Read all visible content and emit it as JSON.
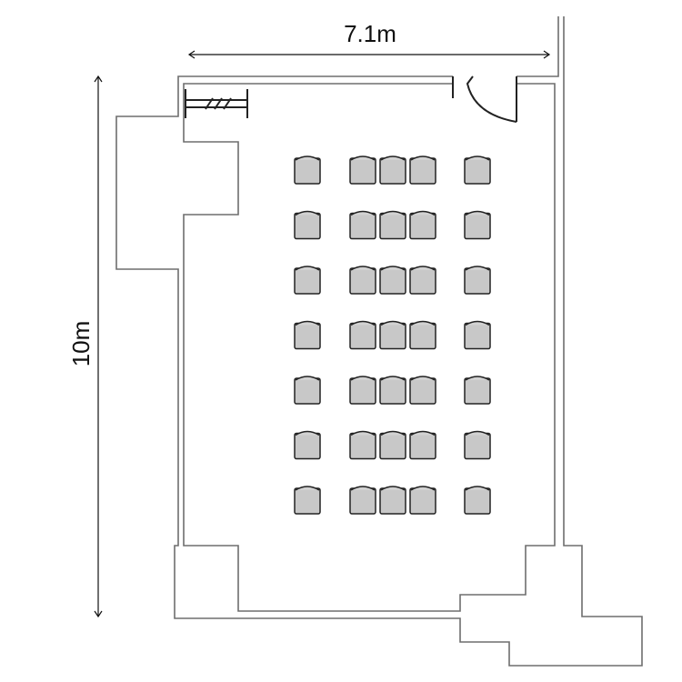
{
  "dimensions": {
    "width_label": "7.1m",
    "height_label": "10m"
  },
  "seating": {
    "rows": 7,
    "seats_per_row": 5
  },
  "colors": {
    "wall": "#6e6e6e",
    "seat_fill": "#c8c8c8",
    "outline": "#222222"
  }
}
